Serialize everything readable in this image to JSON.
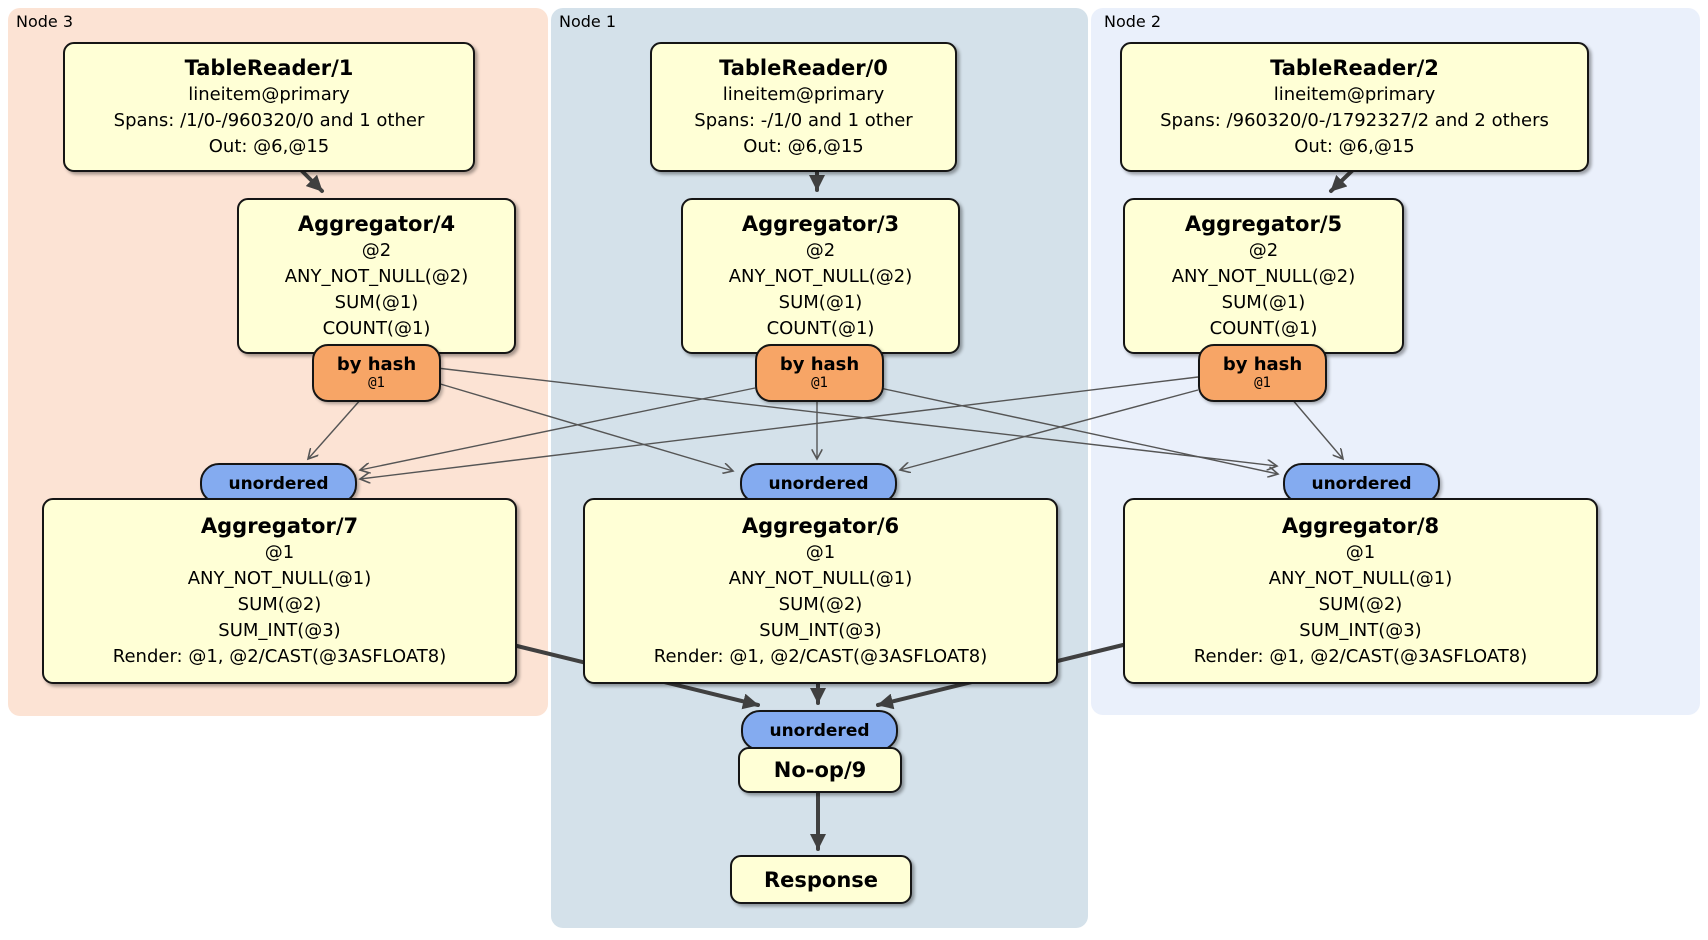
{
  "diagram": {
    "regions": [
      {
        "id": "node3",
        "label": "Node 3"
      },
      {
        "id": "node1",
        "label": "Node 1"
      },
      {
        "id": "node2",
        "label": "Node 2"
      }
    ],
    "router_label": "by hash",
    "router_detail": "@1",
    "stream_label": "unordered",
    "processors": {
      "tr1": {
        "title": "TableReader/1",
        "lines": [
          "lineitem@primary",
          "Spans: /1/0-/960320/0 and 1 other",
          "Out: @6,@15"
        ]
      },
      "tr0": {
        "title": "TableReader/0",
        "lines": [
          "lineitem@primary",
          "Spans: -/1/0 and 1 other",
          "Out: @6,@15"
        ]
      },
      "tr2": {
        "title": "TableReader/2",
        "lines": [
          "lineitem@primary",
          "Spans: /960320/0-/1792327/2 and 2 others",
          "Out: @6,@15"
        ]
      },
      "agg4": {
        "title": "Aggregator/4",
        "lines": [
          "@2",
          "ANY_NOT_NULL(@2)",
          "SUM(@1)",
          "COUNT(@1)"
        ]
      },
      "agg3": {
        "title": "Aggregator/3",
        "lines": [
          "@2",
          "ANY_NOT_NULL(@2)",
          "SUM(@1)",
          "COUNT(@1)"
        ]
      },
      "agg5": {
        "title": "Aggregator/5",
        "lines": [
          "@2",
          "ANY_NOT_NULL(@2)",
          "SUM(@1)",
          "COUNT(@1)"
        ]
      },
      "agg7": {
        "title": "Aggregator/7",
        "lines": [
          "@1",
          "ANY_NOT_NULL(@1)",
          "SUM(@2)",
          "SUM_INT(@3)",
          "Render: @1, @2/CAST(@3ASFLOAT8)"
        ]
      },
      "agg6": {
        "title": "Aggregator/6",
        "lines": [
          "@1",
          "ANY_NOT_NULL(@1)",
          "SUM(@2)",
          "SUM_INT(@3)",
          "Render: @1, @2/CAST(@3ASFLOAT8)"
        ]
      },
      "agg8": {
        "title": "Aggregator/8",
        "lines": [
          "@1",
          "ANY_NOT_NULL(@1)",
          "SUM(@2)",
          "SUM_INT(@3)",
          "Render: @1, @2/CAST(@3ASFLOAT8)"
        ]
      },
      "noop": {
        "title": "No-op/9"
      },
      "response": {
        "title": "Response"
      }
    },
    "colors": {
      "node3_bg": "#fce3d4",
      "node1_bg": "#d4e1ea",
      "node2_bg": "#eaf0fb",
      "processor_fill": "#ffffd6",
      "router_fill": "#f7a566",
      "stream_fill": "#84abf0",
      "border": "#151515",
      "edge_thick": "#404040",
      "edge_thin": "#555555"
    }
  }
}
